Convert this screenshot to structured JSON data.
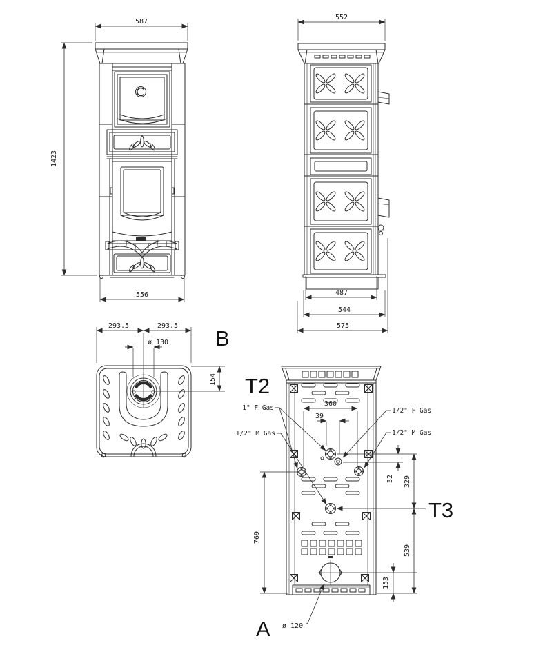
{
  "drawing": {
    "front": {
      "width_top": "587",
      "height": "1423",
      "width_bottom": "556"
    },
    "side": {
      "width_top": "552",
      "depth_body": "487",
      "depth_base": "544",
      "depth_total": "575"
    },
    "top": {
      "view_label": "B",
      "half_width_left": "293.5",
      "half_width_right": "293.5",
      "flue_diameter": "ø 130",
      "flue_center_offset": "154"
    },
    "rear": {
      "view_label": "T2",
      "t3_label": "T3",
      "a_label": "A",
      "gas_1_f": "1\" F Gas",
      "gas_half_m_left": "1/2\" M Gas",
      "gas_half_f": "1/2\" F Gas",
      "gas_half_m_right": "1/2\" M Gas",
      "fittings_span": "360",
      "fittings_offset": "39",
      "gap": "32",
      "t3_height": "329",
      "lower_height": "539",
      "flue_height": "153",
      "side_height": "769",
      "flue_diameter": "ø 120"
    }
  }
}
